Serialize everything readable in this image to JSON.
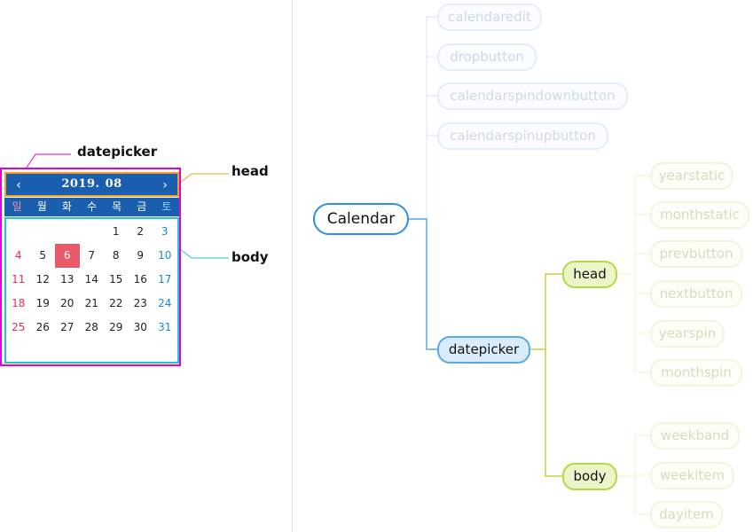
{
  "datepicker": {
    "year": "2019.",
    "month": "08",
    "prev_icon": "chevron-left-icon",
    "next_icon": "chevron-right-icon",
    "weekdays": [
      "일",
      "월",
      "화",
      "수",
      "목",
      "금",
      "토"
    ],
    "weeks": [
      [
        "",
        "",
        "",
        "",
        "1",
        "2",
        "3"
      ],
      [
        "4",
        "5",
        "6",
        "7",
        "8",
        "9",
        "10"
      ],
      [
        "11",
        "12",
        "13",
        "14",
        "15",
        "16",
        "17"
      ],
      [
        "18",
        "19",
        "20",
        "21",
        "22",
        "23",
        "24"
      ],
      [
        "25",
        "26",
        "27",
        "28",
        "29",
        "30",
        "31"
      ]
    ],
    "selected_day": "6",
    "colors": {
      "header_bg": "#1a5eb0",
      "selected_bg": "#e85a6a",
      "sunday": "#e0334f",
      "saturday": "#1a88d0"
    }
  },
  "callouts": {
    "datepicker": "datepicker",
    "head": "head",
    "body": "body",
    "colors": {
      "datepicker": "#e000e0",
      "head": "#f2a020",
      "body": "#28c0e0"
    }
  },
  "tree": {
    "root": "Calendar",
    "calendar_children": [
      "calendaredit",
      "dropbutton",
      "calendarspindownbutton",
      "calendarspinupbutton"
    ],
    "datepicker": "datepicker",
    "head": "head",
    "head_children": [
      "yearstatic",
      "monthstatic",
      "prevbutton",
      "nextbutton",
      "yearspin",
      "monthspin"
    ],
    "body": "body",
    "body_children": [
      "weekband",
      "weekitem",
      "dayitem"
    ]
  }
}
